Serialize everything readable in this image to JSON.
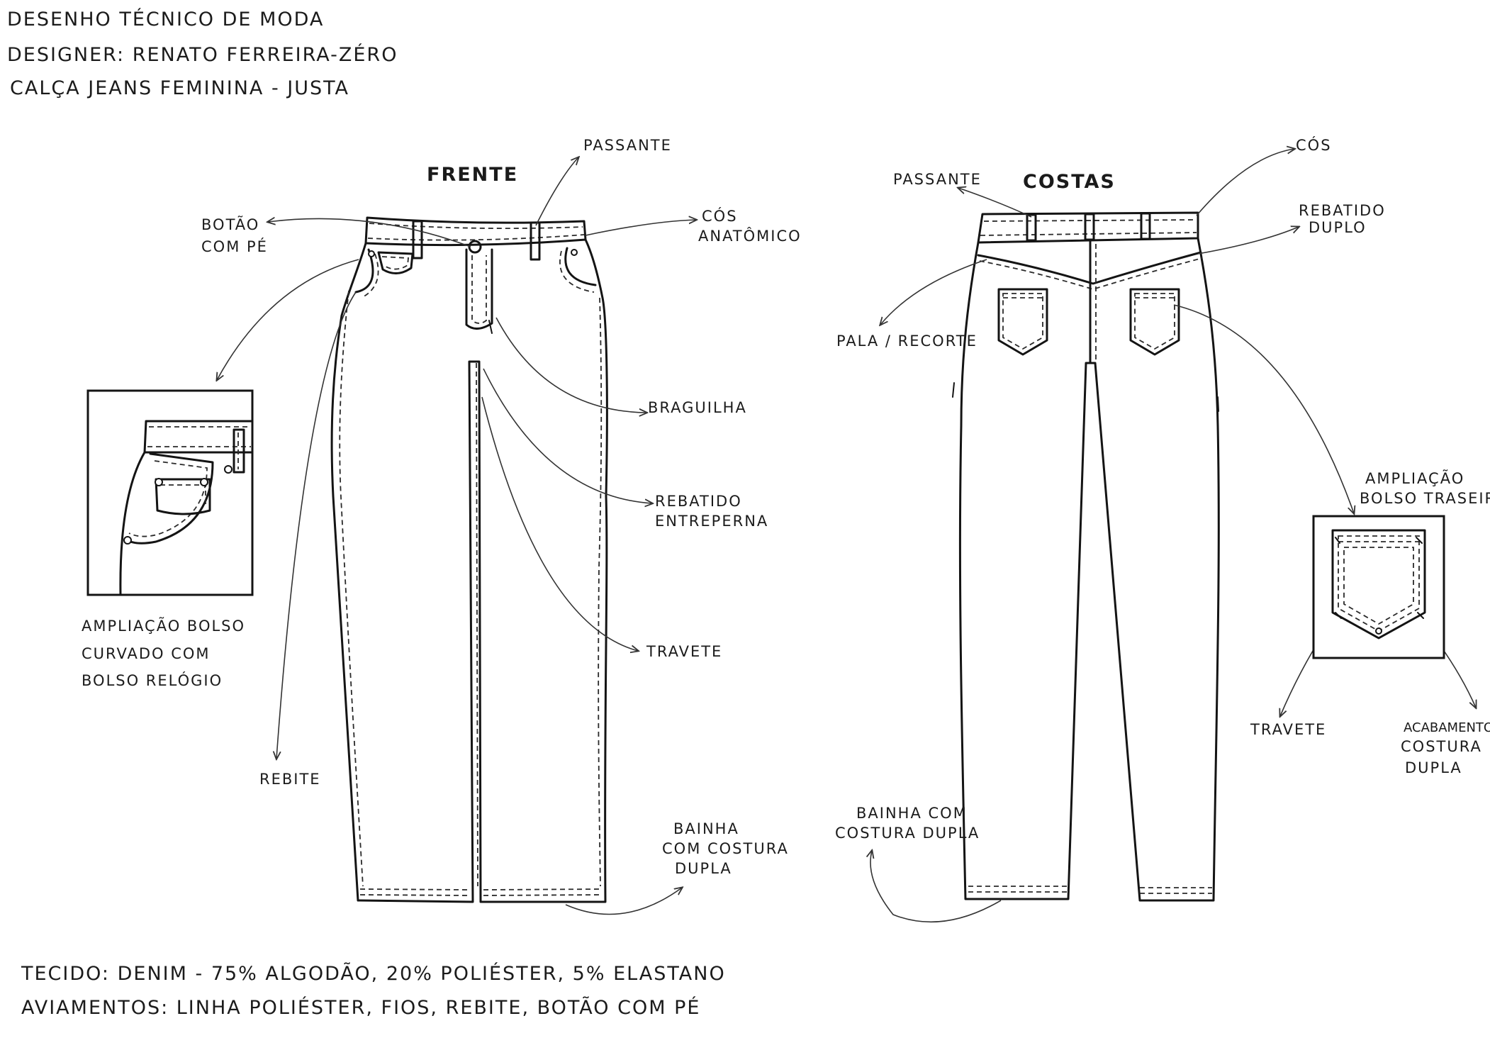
{
  "header": {
    "line1": "DESENHO TÉCNICO DE MODA",
    "line2": "DESIGNER: RENATO FERREIRA-ZÉRO",
    "line3": "CALÇA JEANS FEMININA - JUSTA"
  },
  "front": {
    "title": "FRENTE",
    "labels": {
      "passante": "PASSANTE",
      "botao_1": "BOTÃO",
      "botao_2": "COM PÉ",
      "cos_1": "CÓS",
      "cos_2": "ANATÔMICO",
      "braguilha": "BRAGUILHA",
      "rebatido_1": "REBATIDO",
      "rebatido_2": "ENTREPERNA",
      "travete": "TRAVETE",
      "rebite": "REBITE",
      "bainha_1": "BAINHA",
      "bainha_2": "COM COSTURA",
      "bainha_3": "DUPLA"
    },
    "detail_caption": [
      "AMPLIAÇÃO BOLSO",
      "CURVADO COM",
      "BOLSO RELÓGIO"
    ]
  },
  "back": {
    "title": "COSTAS",
    "labels": {
      "passante": "PASSANTE",
      "cos": "CÓS",
      "rebatido_1": "REBATIDO",
      "rebatido_2": "DUPLO",
      "pala": "PALA / RECORTE",
      "ampliacao_1": "AMPLIAÇÃO",
      "ampliacao_2": "BOLSO TRASEIRO",
      "travete": "TRAVETE",
      "acabamento_1": "ACABAMENTO",
      "acabamento_2": "COSTURA",
      "acabamento_3": "DUPLA",
      "bainha_1": "BAINHA COM",
      "bainha_2": "COSTURA DUPLA"
    }
  },
  "specs": {
    "tecido": "TECIDO: DENIM - 75% ALGODÃO, 20% POLIÉSTER, 5% ELASTANO",
    "aviamentos": "AVIAMENTOS: LINHA POLIÉSTER, FIOS, REBITE, BOTÃO COM PÉ"
  },
  "colors": {
    "ink": "#141414",
    "paper": "#ffffff"
  }
}
